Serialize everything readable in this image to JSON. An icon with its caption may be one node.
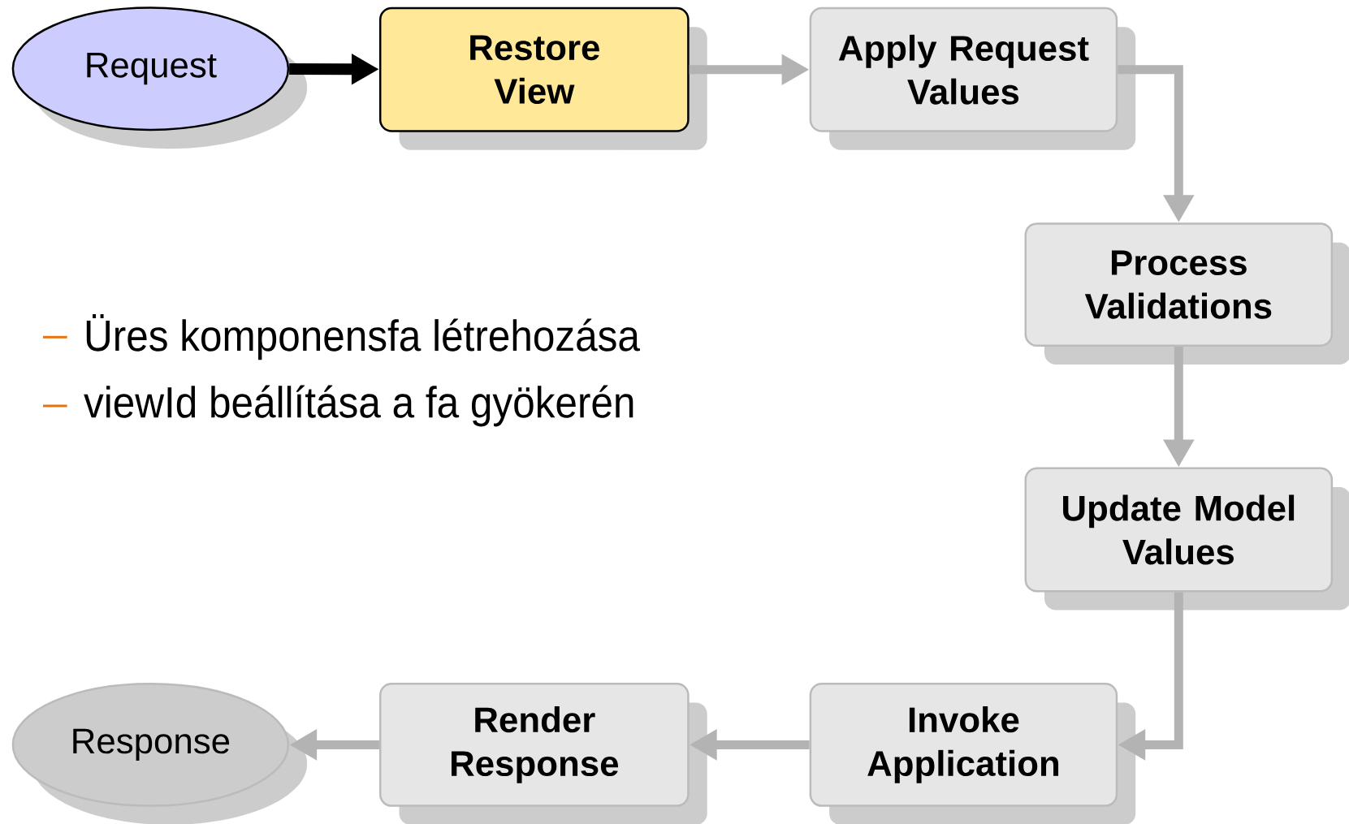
{
  "diagram": {
    "nodes": [
      {
        "text": [
          "Request"
        ]
      },
      {
        "text": [
          "Restore View"
        ]
      },
      {
        "text": [
          "Apply Request Values"
        ]
      },
      {
        "text": [
          "Process Validations"
        ]
      },
      {
        "text": [
          "Update Model Values"
        ]
      },
      {
        "text": [
          "Invoke Application"
        ]
      },
      {
        "text": [
          "Render Response"
        ]
      },
      {
        "text": [
          "Response"
        ]
      }
    ],
    "edges": [
      {
        "from": 0,
        "to": 1,
        "arrow": "to",
        "color": "#000000"
      },
      {
        "from": 1,
        "to": 2,
        "arrow": "to"
      },
      {
        "from": 2,
        "to": 3,
        "arrow": "to"
      },
      {
        "from": 3,
        "to": 4,
        "arrow": "to"
      },
      {
        "from": 4,
        "to": 5,
        "arrow": "to"
      },
      {
        "from": 5,
        "to": 6,
        "arrow": "to"
      },
      {
        "from": 6,
        "to": 7,
        "arrow": "to"
      }
    ],
    "labels": [
      "Üres komponensfa létrehozása",
      "viewId beállítása a fa gyökerén"
    ]
  }
}
